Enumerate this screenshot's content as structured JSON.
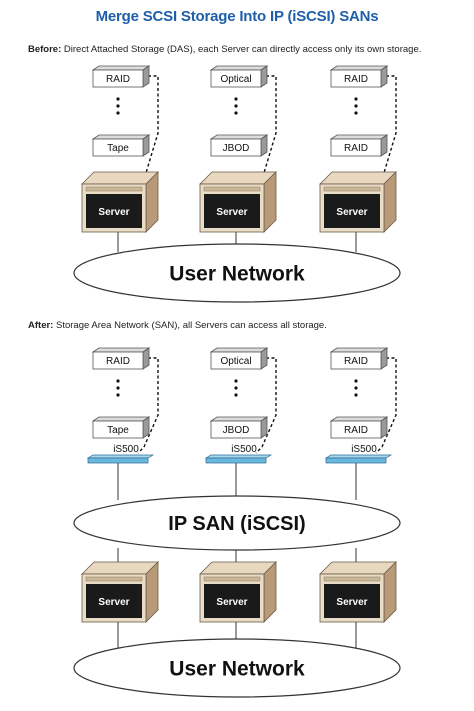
{
  "title": "Merge SCSI Storage Into IP (iSCSI) SANs",
  "before": {
    "lead": "Before:",
    "text": " Direct Attached Storage (DAS), each Server can directly access only its own storage.",
    "columns": [
      {
        "top": "RAID",
        "bottom": "Tape",
        "server": "Server"
      },
      {
        "top": "Optical",
        "bottom": "JBOD",
        "server": "Server"
      },
      {
        "top": "RAID",
        "bottom": "RAID",
        "server": "Server"
      }
    ],
    "network": "User Network"
  },
  "after": {
    "lead": "After:",
    "text": " Storage Area Network (SAN), all Servers can access all storage.",
    "columns": [
      {
        "top": "RAID",
        "bottom": "Tape",
        "switch": "iS500",
        "server": "Server"
      },
      {
        "top": "Optical",
        "bottom": "JBOD",
        "switch": "iS500",
        "server": "Server"
      },
      {
        "top": "RAID",
        "bottom": "RAID",
        "switch": "iS500",
        "server": "Server"
      }
    ],
    "san": "IP SAN (iSCSI)",
    "network": "User Network"
  },
  "colors": {
    "title": "#1f5fa8",
    "server_top": "#e8d8c0",
    "server_side": "#b89a78",
    "server_face": "#1a1a1a",
    "switch": "#6ab8e0",
    "ellipse_stroke": "#333333"
  }
}
